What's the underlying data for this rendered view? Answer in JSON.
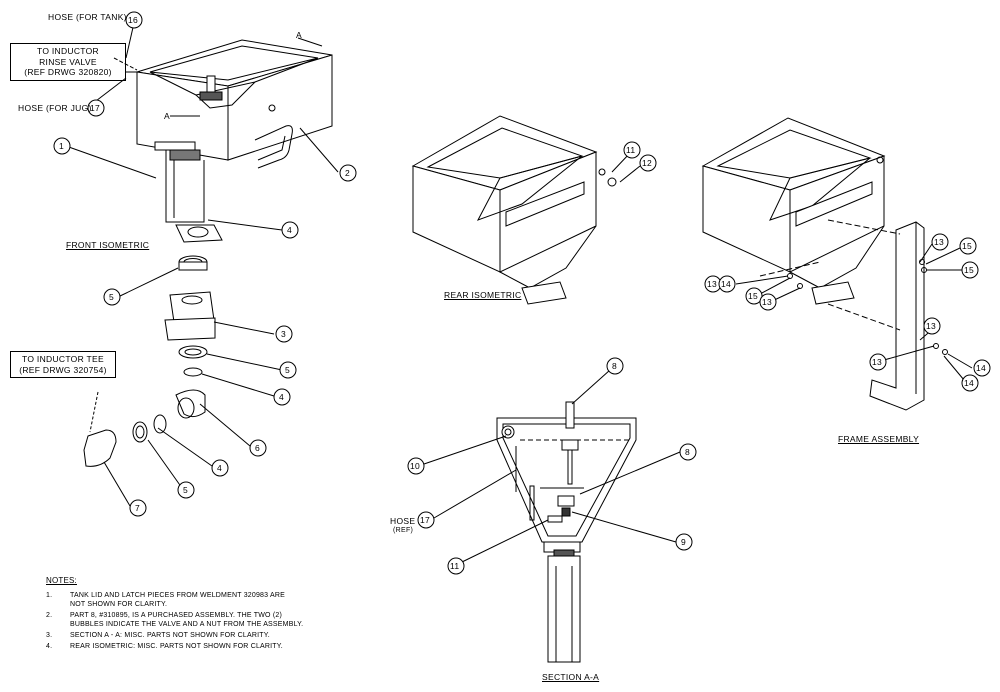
{
  "views": {
    "front_isometric": "FRONT ISOMETRIC",
    "rear_isometric": "REAR ISOMETRIC",
    "frame_assembly": "FRAME ASSEMBLY",
    "section_a_a": "SECTION A-A"
  },
  "labels": {
    "hose_tank": "HOSE (FOR TANK)",
    "hose_jug": "HOSE (FOR JUG)",
    "hose_ref_1": "HOSE",
    "hose_ref_2": "(REF)",
    "section_mark_1": "A",
    "section_mark_2": "A"
  },
  "callout_boxes": {
    "rinse_valve": [
      "TO INDUCTOR",
      "RINSE VALVE",
      "(REF DRWG 320820)"
    ],
    "inductor_tee": [
      "TO INDUCTOR TEE",
      "(REF DRWG 320754)"
    ]
  },
  "balloons": {
    "b16": "16",
    "b17a": "17",
    "b1": "1",
    "b2": "2",
    "b4a": "4",
    "b5a": "5",
    "b3": "3",
    "b5b": "5",
    "b4b": "4",
    "b6": "6",
    "b4c": "4",
    "b5c": "5",
    "b7": "7",
    "b11a": "11",
    "b12": "12",
    "b13a": "13",
    "b15a": "15",
    "b15b": "15",
    "b1314": "13",
    "b14x": "14",
    "b15c": "15",
    "b13b": "13",
    "b13c": "13",
    "b13d": "13",
    "b14a": "14",
    "b14b": "14",
    "b8a": "8",
    "b10": "10",
    "b8b": "8",
    "b17b": "17",
    "b9": "9",
    "b11b": "11"
  },
  "notes": {
    "title": "NOTES:",
    "items": [
      {
        "num": "1.",
        "text": "TANK LID AND LATCH PIECES FROM WELDMENT 320983 ARE\nNOT SHOWN FOR CLARITY."
      },
      {
        "num": "2.",
        "text": "PART 8, #310895, IS A PURCHASED ASSEMBLY.  THE TWO (2)\nBUBBLES INDICATE THE VALVE AND A NUT FROM THE ASSEMBLY."
      },
      {
        "num": "3.",
        "text": "SECTION A - A:  MISC. PARTS NOT SHOWN FOR CLARITY."
      },
      {
        "num": "4.",
        "text": "REAR ISOMETRIC:  MISC. PARTS NOT SHOWN FOR CLARITY."
      }
    ]
  }
}
